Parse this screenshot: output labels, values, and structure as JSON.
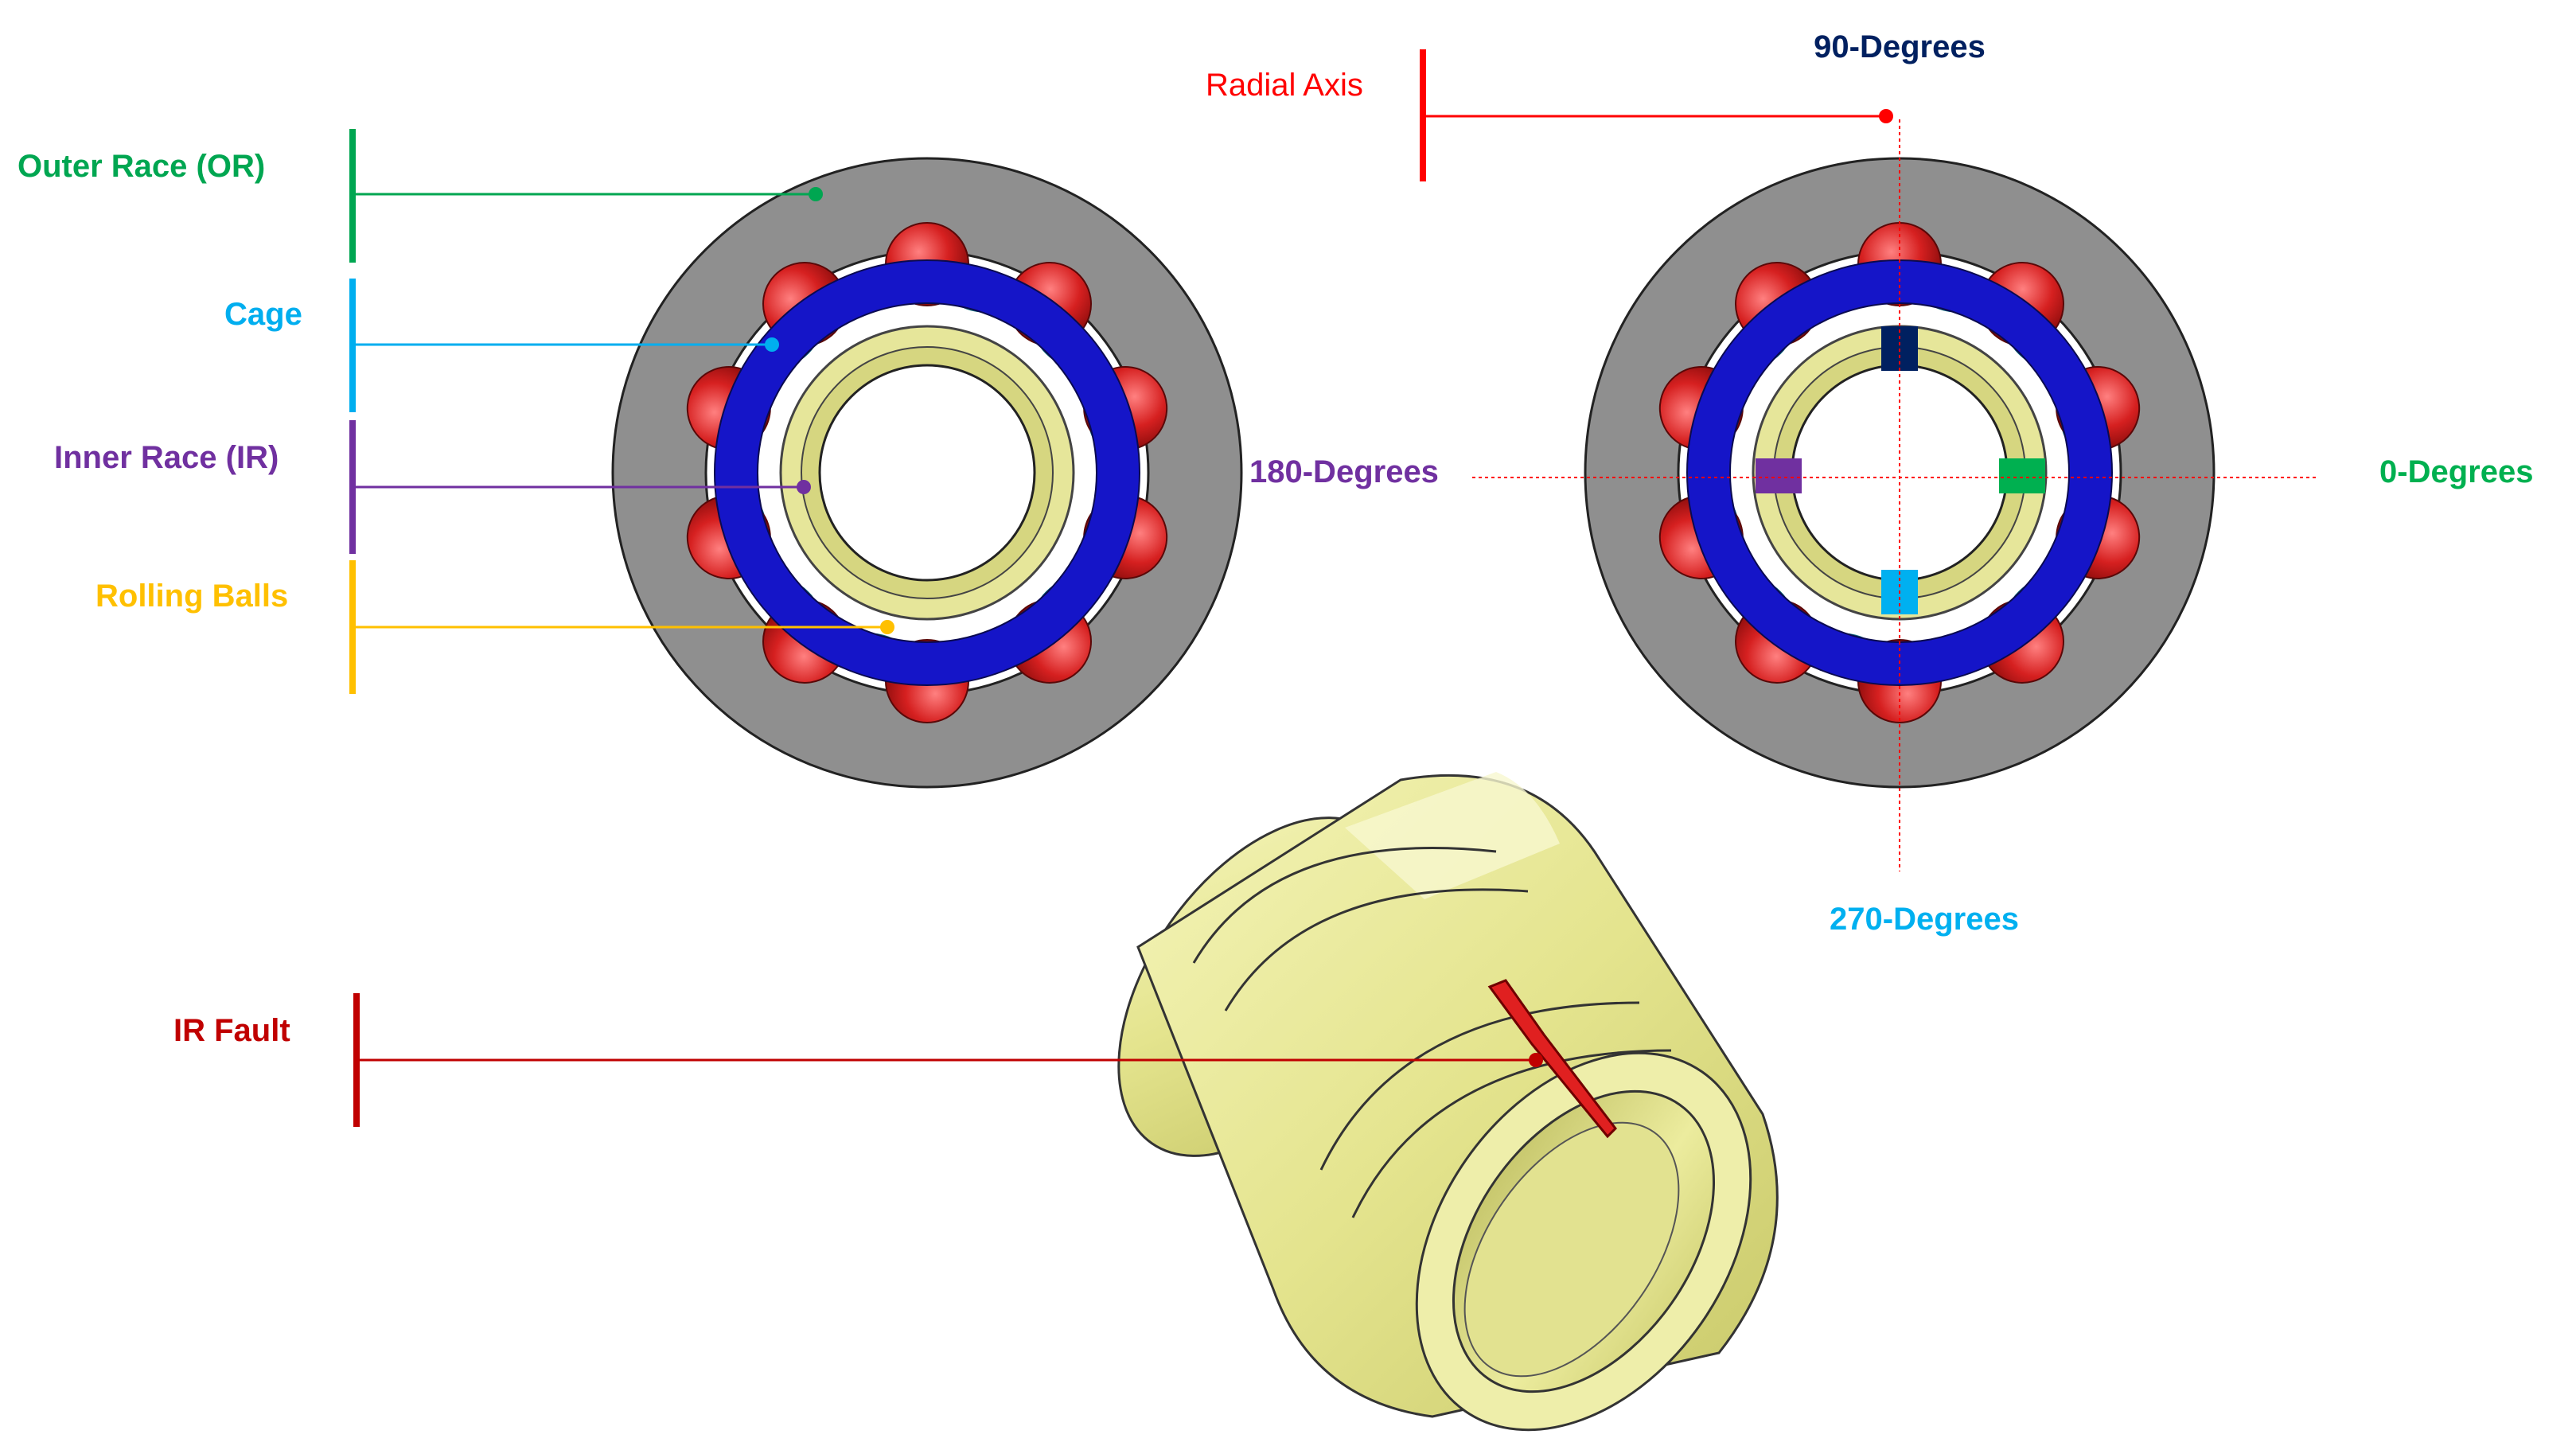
{
  "legend": {
    "outer_race": {
      "label": "Outer Race (OR)",
      "color": "#00a651"
    },
    "cage": {
      "label": "Cage",
      "color": "#00aeef"
    },
    "inner_race": {
      "label": "Inner Race (IR)",
      "color": "#7030a0"
    },
    "rolling_balls": {
      "label": "Rolling Balls",
      "color": "#ffc000"
    },
    "ir_fault": {
      "label": "IR Fault",
      "color": "#c00000"
    }
  },
  "orientation": {
    "radial_axis": {
      "label": "Radial Axis",
      "color": "#ff0000"
    },
    "deg_90": {
      "label": "90-Degrees",
      "color": "#002060"
    },
    "deg_180": {
      "label": "180-Degrees",
      "color": "#7030a0"
    },
    "deg_0": {
      "label": "0-Degrees",
      "color": "#00b050"
    },
    "deg_270": {
      "label": "270-Degrees",
      "color": "#00b0f0"
    }
  },
  "part_colors": {
    "outer_race": "#8f8f8f",
    "cage": "#1515c8",
    "inner_race": "#e6e69a",
    "balls": "#d62020",
    "ball_shadow": "#1fb8c8"
  }
}
